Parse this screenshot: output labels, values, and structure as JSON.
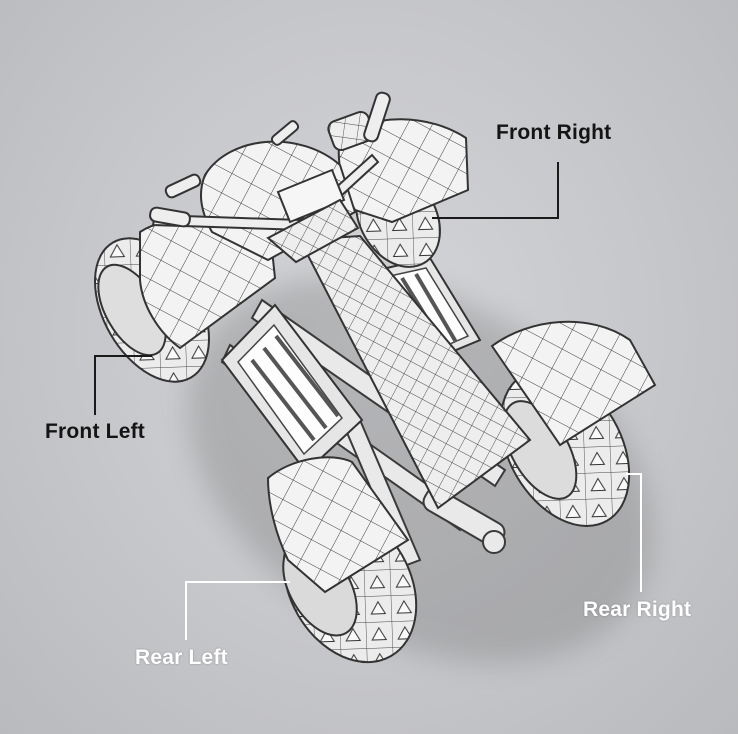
{
  "labels": {
    "front_right": "Front Right",
    "front_left": "Front Left",
    "rear_right": "Rear Right",
    "rear_left": "Rear Left"
  },
  "colors": {
    "background": "#c6c7ca",
    "model_fill": "#f1f1f1",
    "wire": "#3a3a3a",
    "leader_dark": "#1a1a1a",
    "leader_light": "#ffffff"
  }
}
